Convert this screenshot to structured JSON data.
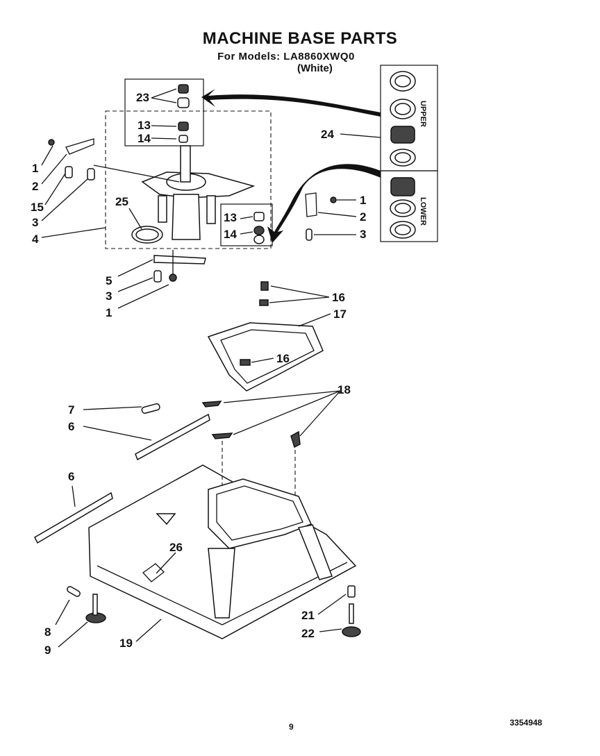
{
  "header": {
    "title": "MACHINE BASE PARTS",
    "models_line": "For Models:  LA8860XWQ0",
    "variant": "(White)"
  },
  "panel_labels": {
    "upper": "UPPER",
    "lower": "LOWER"
  },
  "callouts": {
    "c23": "23",
    "c13a": "13",
    "c14a": "14",
    "c1a": "1",
    "c2a": "2",
    "c15": "15",
    "c3a": "3",
    "c4": "4",
    "c25": "25",
    "c24": "24",
    "c1b": "1",
    "c2b": "2",
    "c3b": "3",
    "c13b": "13",
    "c14b": "14",
    "c5": "5",
    "c3c": "3",
    "c1c": "1",
    "c16a": "16",
    "c17": "17",
    "c16b": "16",
    "c7": "7",
    "c6a": "6",
    "c18": "18",
    "c6b": "6",
    "c26": "26",
    "c8": "8",
    "c9": "9",
    "c19": "19",
    "c21": "21",
    "c22": "22"
  },
  "footer": {
    "page_number": "9",
    "doc_number": "3354948"
  }
}
